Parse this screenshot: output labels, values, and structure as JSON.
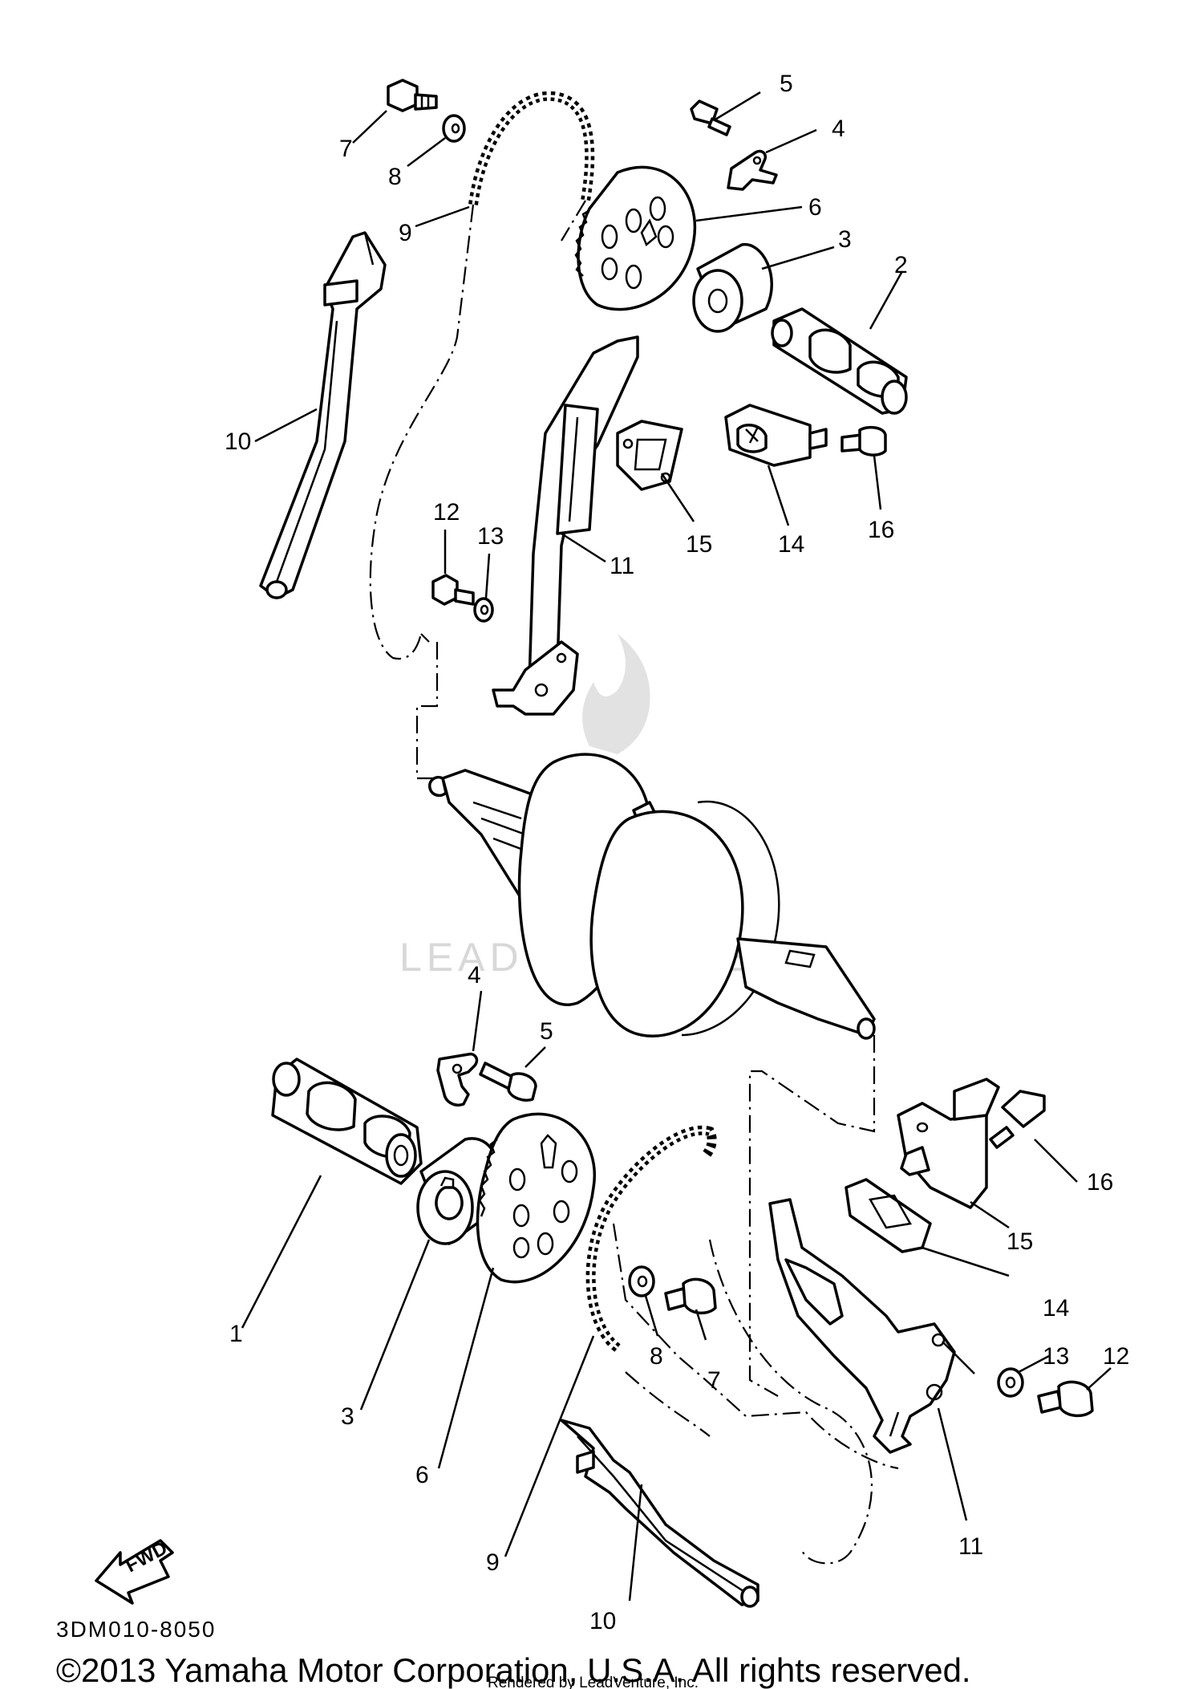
{
  "diagram_code": "3DM010-8050",
  "watermark": "LEADVENTURE",
  "copyright": "©2013 Yamaha Motor Corporation, U.S.A. All rights reserved.",
  "rendered_by": "Rendered by LeadVenture, Inc.",
  "fwd_label": "FWD",
  "callouts": {
    "upper": {
      "p2": "2",
      "p3": "3",
      "p4": "4",
      "p5": "5",
      "p6": "6",
      "p7": "7",
      "p8": "8",
      "p9": "9",
      "p10": "10",
      "p11": "11",
      "p12": "12",
      "p13": "13",
      "p14": "14",
      "p15": "15",
      "p16": "16"
    },
    "lower": {
      "p1": "1",
      "p3": "3",
      "p4": "4",
      "p5": "5",
      "p6": "6",
      "p7": "7",
      "p8": "8",
      "p9": "9",
      "p10": "10",
      "p11": "11",
      "p12": "12",
      "p13": "13",
      "p14": "14",
      "p15": "15",
      "p16": "16"
    }
  }
}
